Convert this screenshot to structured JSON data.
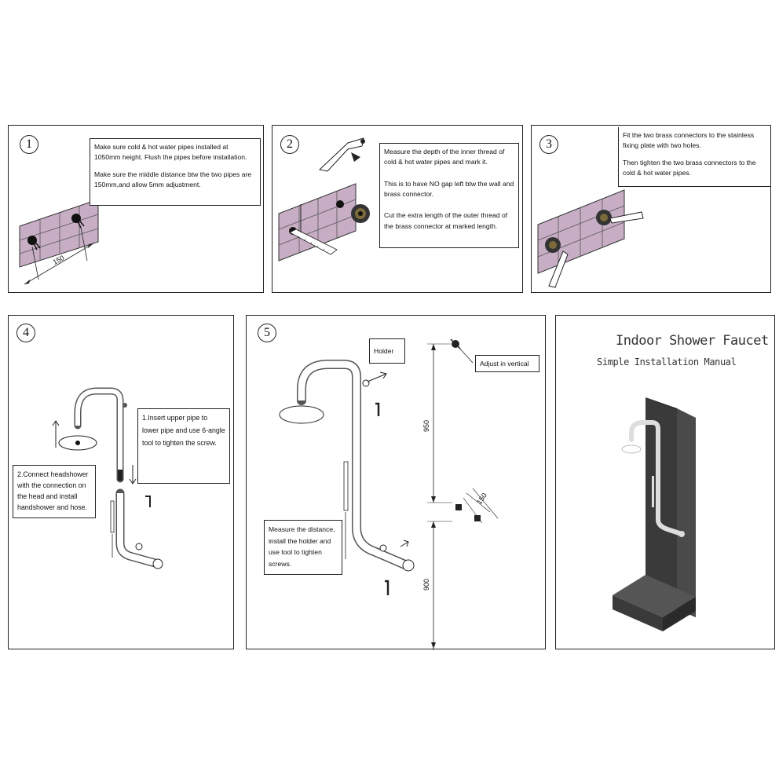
{
  "steps": [
    {
      "number": "1",
      "notes": [
        "Make sure cold & hot water pipes installed at 1050mm height. Flush the pipes before installation.",
        "Make sure the middle distance btw the two pipes are 150mm,and allow 5mm adjustment."
      ],
      "dimension": "150"
    },
    {
      "number": "2",
      "notes": [
        "Measure the depth of the inner thread of cold & hot  water pipes and mark it.",
        "This is to have NO gap left btw the wall  and brass connector.",
        "Cut the extra length of the outer thread of the brass connector at marked length."
      ]
    },
    {
      "number": "3",
      "notes": [
        "Fit the two brass connectors to the stainless fixing plate with two holes.",
        "Then tighten the two brass connectors to the cold & hot water pipes."
      ]
    },
    {
      "number": "4",
      "note_upper": "1.Insert upper pipe to lower pipe and use 6-angle tool to tighten the screw.",
      "note_head": "2.Connect headshower with the connection on the head and install handshower and hose."
    },
    {
      "number": "5",
      "label_holder": "Holder",
      "label_adjust": "Adjust in vertical",
      "note_measure": "Measure the distance, install the holder and use tool to tighten screws.",
      "dim_950": "950",
      "dim_900": "900",
      "dim_150": "150"
    }
  ],
  "cover": {
    "title": "Indoor Shower Faucet",
    "subtitle": "Simple Installation Manual"
  },
  "colors": {
    "tile": "#c7aec5",
    "border": "#222222",
    "wall": "#3d3d3d"
  }
}
